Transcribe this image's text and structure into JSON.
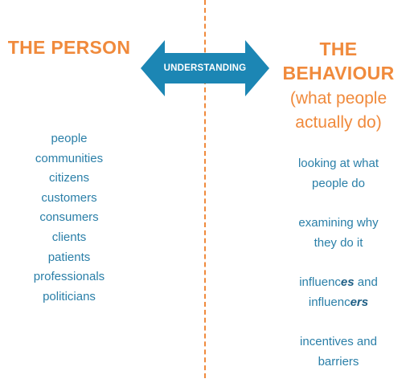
{
  "left": {
    "heading": "THE PERSON",
    "items": [
      "people",
      "communities",
      "citizens",
      "customers",
      "consumers",
      "clients",
      "patients",
      "professionals",
      "politicians"
    ]
  },
  "center": {
    "arrow_label": "UNDERSTANDING"
  },
  "right": {
    "heading_line1": "THE",
    "heading_line2": "BEHAVIOUR",
    "subheading_line1": "(what people",
    "subheading_line2": "actually do)",
    "items": [
      {
        "line1": "looking at what",
        "line2": "people do"
      },
      {
        "line1": "examining why",
        "line2": "they do it"
      },
      {
        "line1a": "influenc",
        "line1b": "es",
        "line1c": " and",
        "line2a": "influenc",
        "line2b": "ers"
      },
      {
        "line1": "incentives and",
        "line2": "barriers"
      }
    ]
  },
  "colors": {
    "orange": "#f08a3c",
    "blue": "#2a7fa8",
    "arrow": "#1c86b4"
  }
}
